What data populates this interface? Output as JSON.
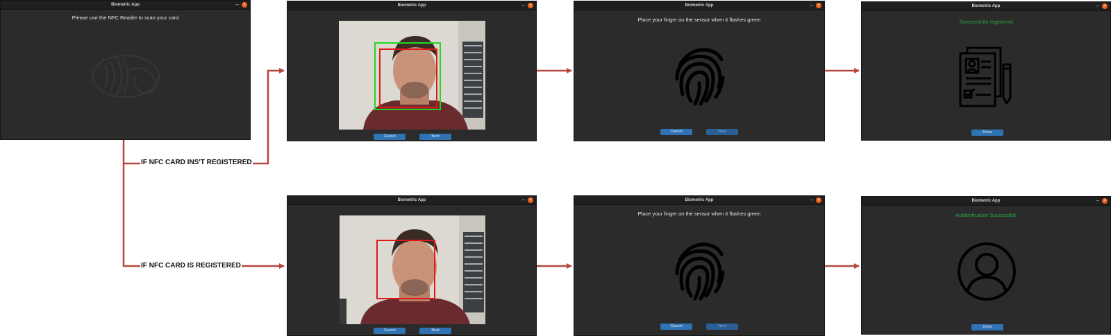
{
  "app": {
    "title": "Biometric App",
    "minimize_glyph": "–",
    "close_glyph": "×"
  },
  "screens": {
    "nfc": {
      "message": "Please use the NFC Reader to scan your card",
      "icon": "nfc-contactless-icon"
    },
    "face_top": {
      "cancel_label": "Cancel",
      "next_label": "Next"
    },
    "finger_top": {
      "message": "Place your finger on the sensor when it flashes green",
      "cancel_label": "Cancel",
      "next_label": "Next",
      "icon": "fingerprint-icon"
    },
    "success_register": {
      "message": "Successfully registered",
      "done_label": "Done",
      "icon": "registration-document-icon"
    },
    "face_bottom": {
      "cancel_label": "Cancel",
      "next_label": "Next"
    },
    "finger_bottom": {
      "message": "Place your finger on the sensor when it flashes green",
      "cancel_label": "Cancel",
      "next_label": "Next",
      "icon": "fingerprint-icon"
    },
    "success_auth": {
      "message": "Authentication Successful!",
      "done_label": "Done",
      "icon": "user-profile-icon"
    }
  },
  "flow": {
    "label_not_registered": "IF NFC CARD INS'T REGISTERED",
    "label_registered": "IF NFC CARD IS REGISTERED"
  },
  "colors": {
    "window_bg": "#2b2b2b",
    "titlebar_bg": "#1f1f1f",
    "button_blue": "#2f73b5",
    "success_green": "#27a844",
    "arrow_red": "#b5473f",
    "close_orange": "#e8631d"
  }
}
